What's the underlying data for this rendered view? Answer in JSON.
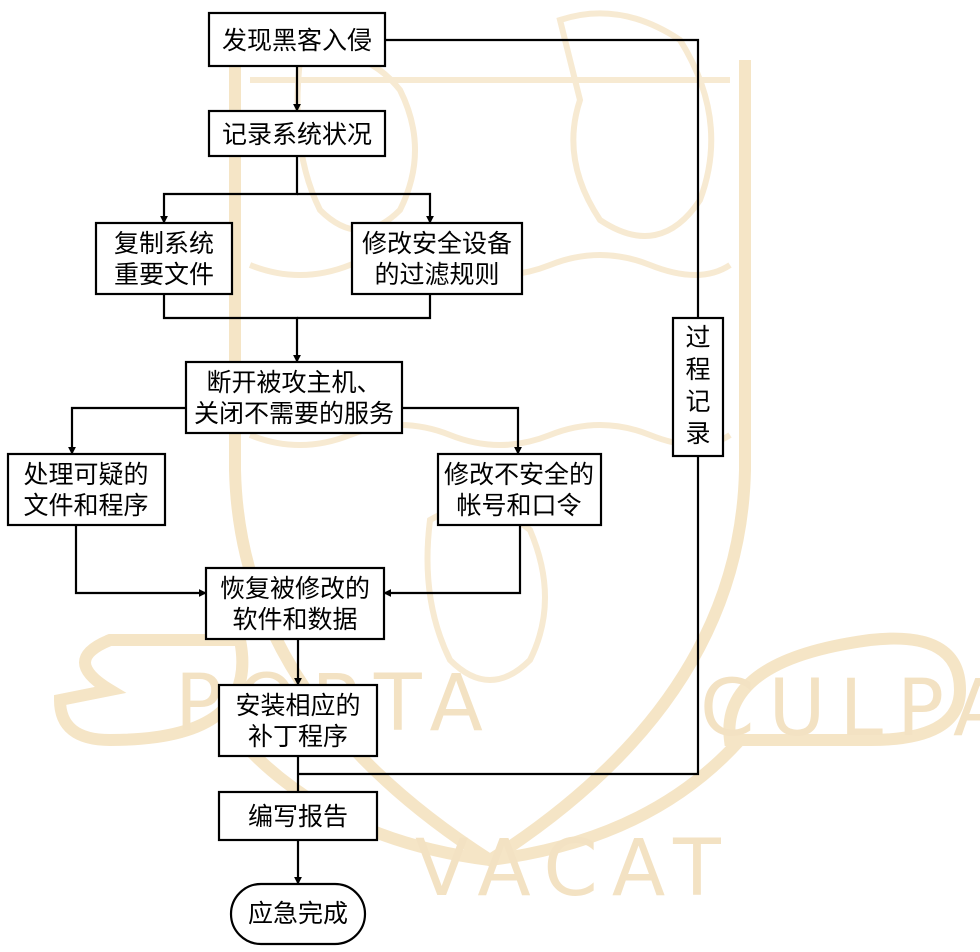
{
  "watermark": {
    "motto_left": "PORTA",
    "motto_right": "CULPA",
    "motto_bottom": "VACAT",
    "color": "#f3e2c3"
  },
  "nodes": {
    "n1": {
      "lines": [
        "发现黑客入侵"
      ]
    },
    "n2": {
      "lines": [
        "记录系统状况"
      ]
    },
    "n3": {
      "lines": [
        "复制系统",
        "重要文件"
      ]
    },
    "n4": {
      "lines": [
        "修改安全设备",
        "的过滤规则"
      ]
    },
    "n5": {
      "lines": [
        "断开被攻主机、",
        "关闭不需要的服务"
      ]
    },
    "n6": {
      "lines": [
        "处理可疑的",
        "文件和程序"
      ]
    },
    "n7": {
      "lines": [
        "修改不安全的",
        "帐号和口令"
      ]
    },
    "n8": {
      "lines": [
        "恢复被修改的",
        "软件和数据"
      ]
    },
    "n9": {
      "lines": [
        "安装相应的",
        "补丁程序"
      ]
    },
    "n10": {
      "lines": [
        "编写报告"
      ]
    },
    "n11": {
      "lines": [
        "应急完成"
      ]
    },
    "side": {
      "chars": [
        "过",
        "程",
        "记",
        "录"
      ]
    }
  },
  "edges": [
    {
      "from": "n1",
      "to": "n2"
    },
    {
      "from": "n2",
      "to": "n3"
    },
    {
      "from": "n2",
      "to": "n4"
    },
    {
      "from": "n3",
      "to": "n5"
    },
    {
      "from": "n4",
      "to": "n5"
    },
    {
      "from": "n5",
      "to": "n6"
    },
    {
      "from": "n5",
      "to": "n7"
    },
    {
      "from": "n6",
      "to": "n8"
    },
    {
      "from": "n7",
      "to": "n8"
    },
    {
      "from": "n8",
      "to": "n9"
    },
    {
      "from": "n9",
      "to": "n10"
    },
    {
      "from": "n10",
      "to": "n11"
    },
    {
      "from": "n1",
      "to": "side"
    },
    {
      "from": "side",
      "to": "n10"
    }
  ]
}
